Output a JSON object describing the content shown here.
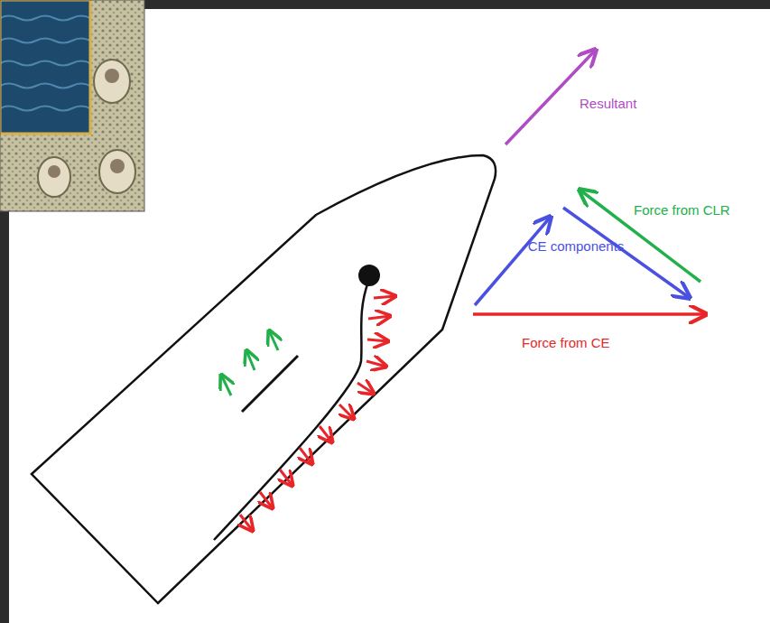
{
  "diagram": {
    "labels": [
      "Resultant",
      "Force from CLR",
      "CE components",
      "Force from CE"
    ]
  }
}
